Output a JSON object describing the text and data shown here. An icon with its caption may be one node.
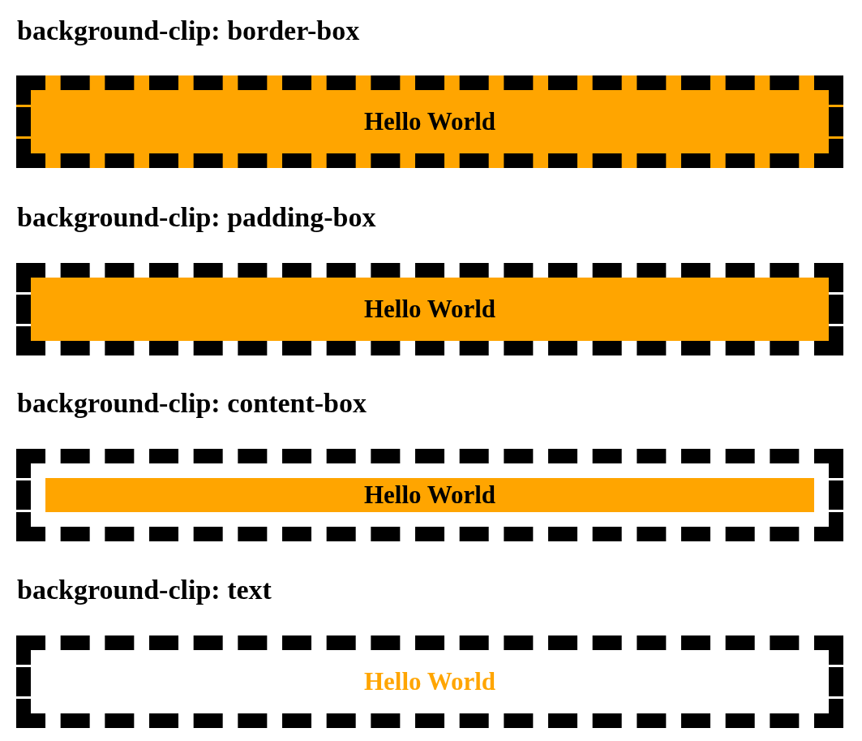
{
  "diagram": {
    "nodes": [
      {
        "text": [
          "Hello World"
        ]
      },
      {
        "text": [
          "Hello World"
        ]
      },
      {
        "text": [
          "Hello World"
        ]
      },
      {
        "text": [
          "Hello World"
        ]
      }
    ],
    "labels": [
      "background-clip: border-box",
      "background-clip: padding-box",
      "background-clip: content-box",
      "background-clip: text"
    ]
  }
}
